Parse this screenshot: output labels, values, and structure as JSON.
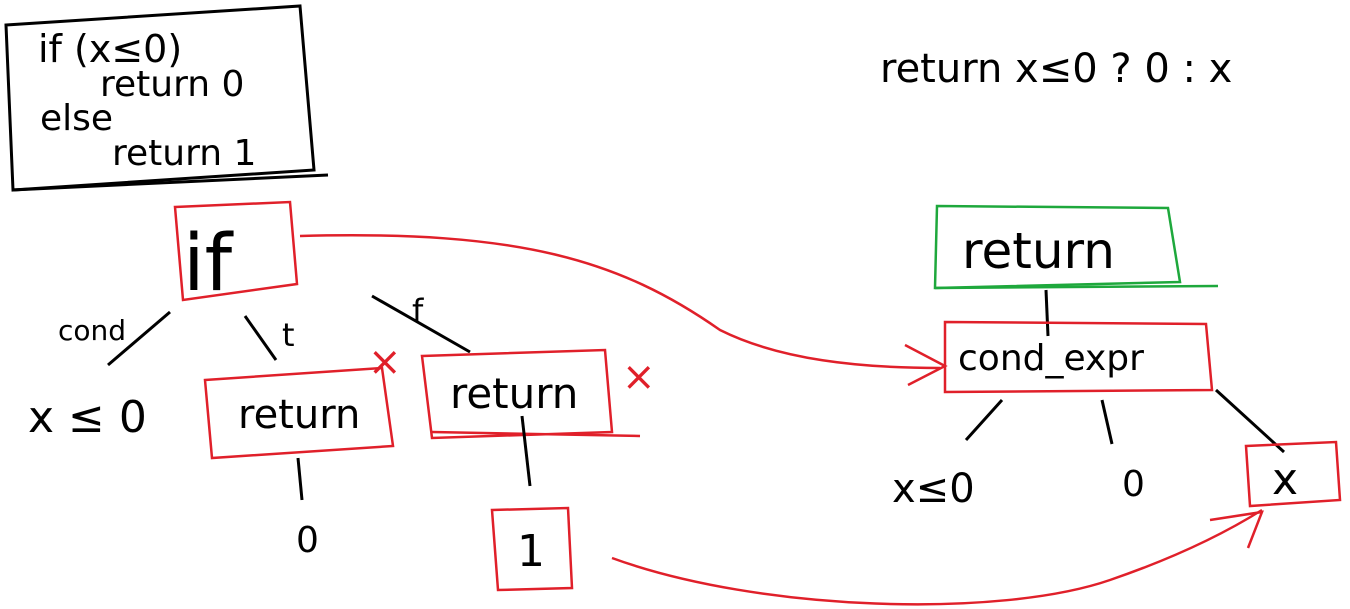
{
  "code_box": {
    "line1": "if (x≤0)",
    "line2": "return 0",
    "line3": "else",
    "line4": "return 1"
  },
  "ternary": "return x≤0 ? 0 : x",
  "left_tree": {
    "root": "if",
    "cond_edge": "cond",
    "true_edge": "t",
    "false_edge": "f",
    "cond_node": "x ≤ 0",
    "true_return": "return",
    "true_value": "0",
    "false_return": "return",
    "false_value": "1",
    "x_mark": "×"
  },
  "right_tree": {
    "root": "return",
    "cond_expr": "cond_expr",
    "cond": "x≤0",
    "then_value": "0",
    "else_value": "x"
  },
  "colors": {
    "ink": "#000000",
    "red": "#e0202a",
    "green": "#1ea83c"
  }
}
